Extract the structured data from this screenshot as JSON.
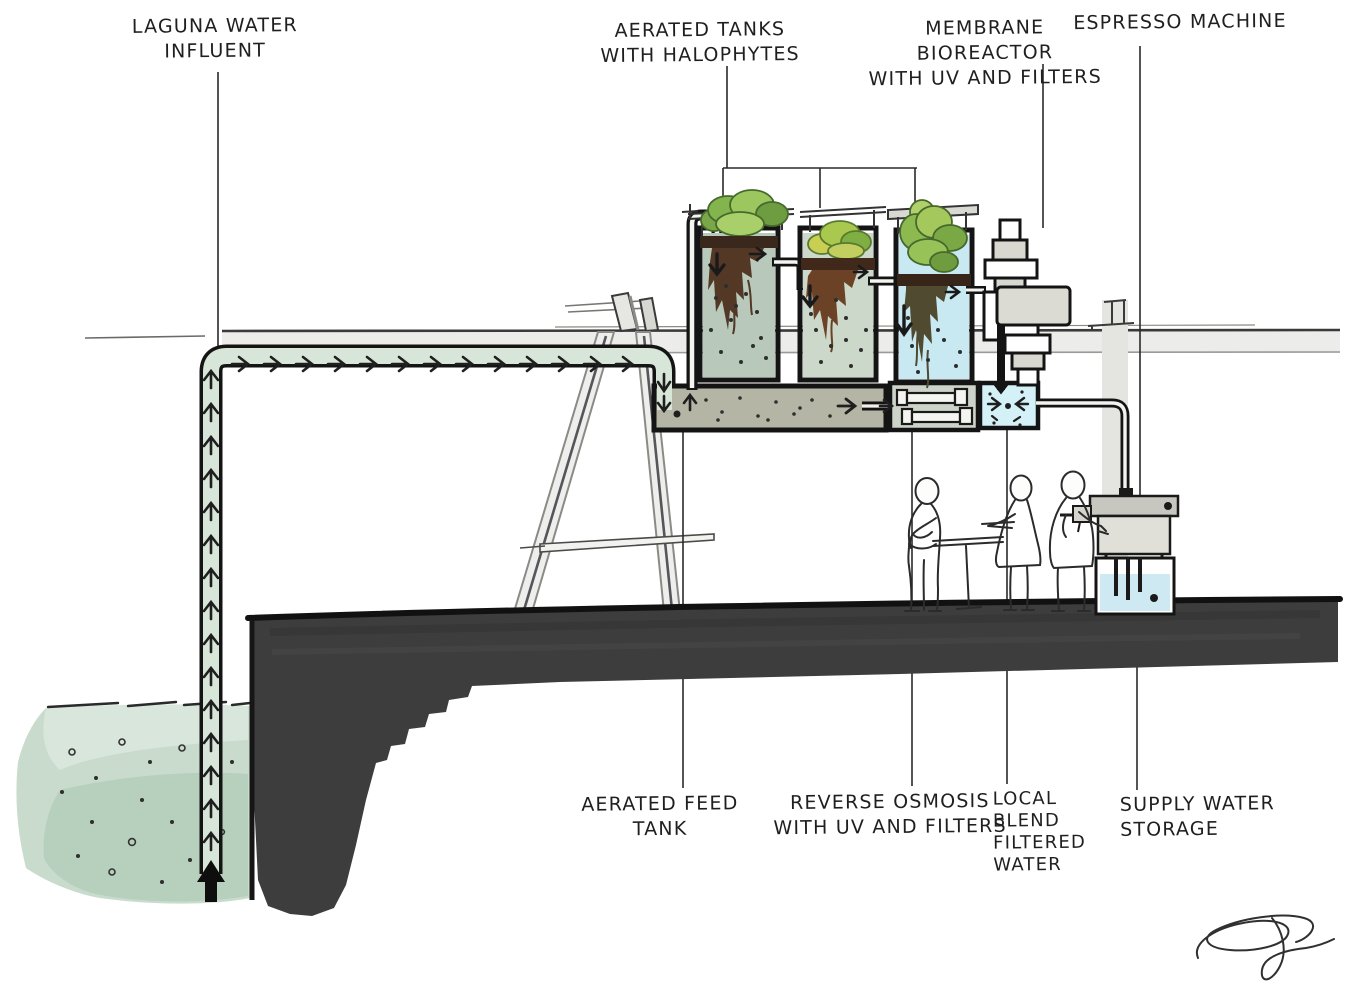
{
  "labels": {
    "laguna": {
      "lines": [
        "LAGUNA WATER",
        "INFLUENT"
      ]
    },
    "aerated_tanks": {
      "lines": [
        "AERATED TANKS",
        "WITH HALOPHYTES"
      ]
    },
    "membrane_bioreactor": {
      "lines": [
        "MEMBRANE BIOREACTOR",
        "WITH UV AND FILTERS"
      ]
    },
    "espresso_machine": {
      "lines": [
        "ESPRESSO MACHINE"
      ]
    },
    "aerated_feed_tank": {
      "lines": [
        "AERATED FEED",
        "TANK"
      ]
    },
    "reverse_osmosis": {
      "lines": [
        "REVERSE OSMOSIS",
        "WITH UV AND FILTERS"
      ]
    },
    "local_blend": {
      "lines": [
        "LOCAL BLEND",
        "FILTERED",
        "WATER"
      ]
    },
    "supply_water_storage": {
      "lines": [
        "SUPPLY WATER",
        "STORAGE"
      ]
    }
  },
  "colors": {
    "ink": "#1c1c1c",
    "laguna_water": "#c8dbcc",
    "pipe_water": "#d8e6d9",
    "tank1_water": "#b8c8ba",
    "tank2_water": "#cbd8ca",
    "tank3_water": "#c9e9f2",
    "feed_tank_water": "#b5b5a6",
    "blend_water": "#d5f1f8",
    "storage_water": "#cfe9f3",
    "ground": "#3d3d3d",
    "counter": "#ececea",
    "plant_green": "#9cc75e",
    "root_brown": "#533826"
  }
}
